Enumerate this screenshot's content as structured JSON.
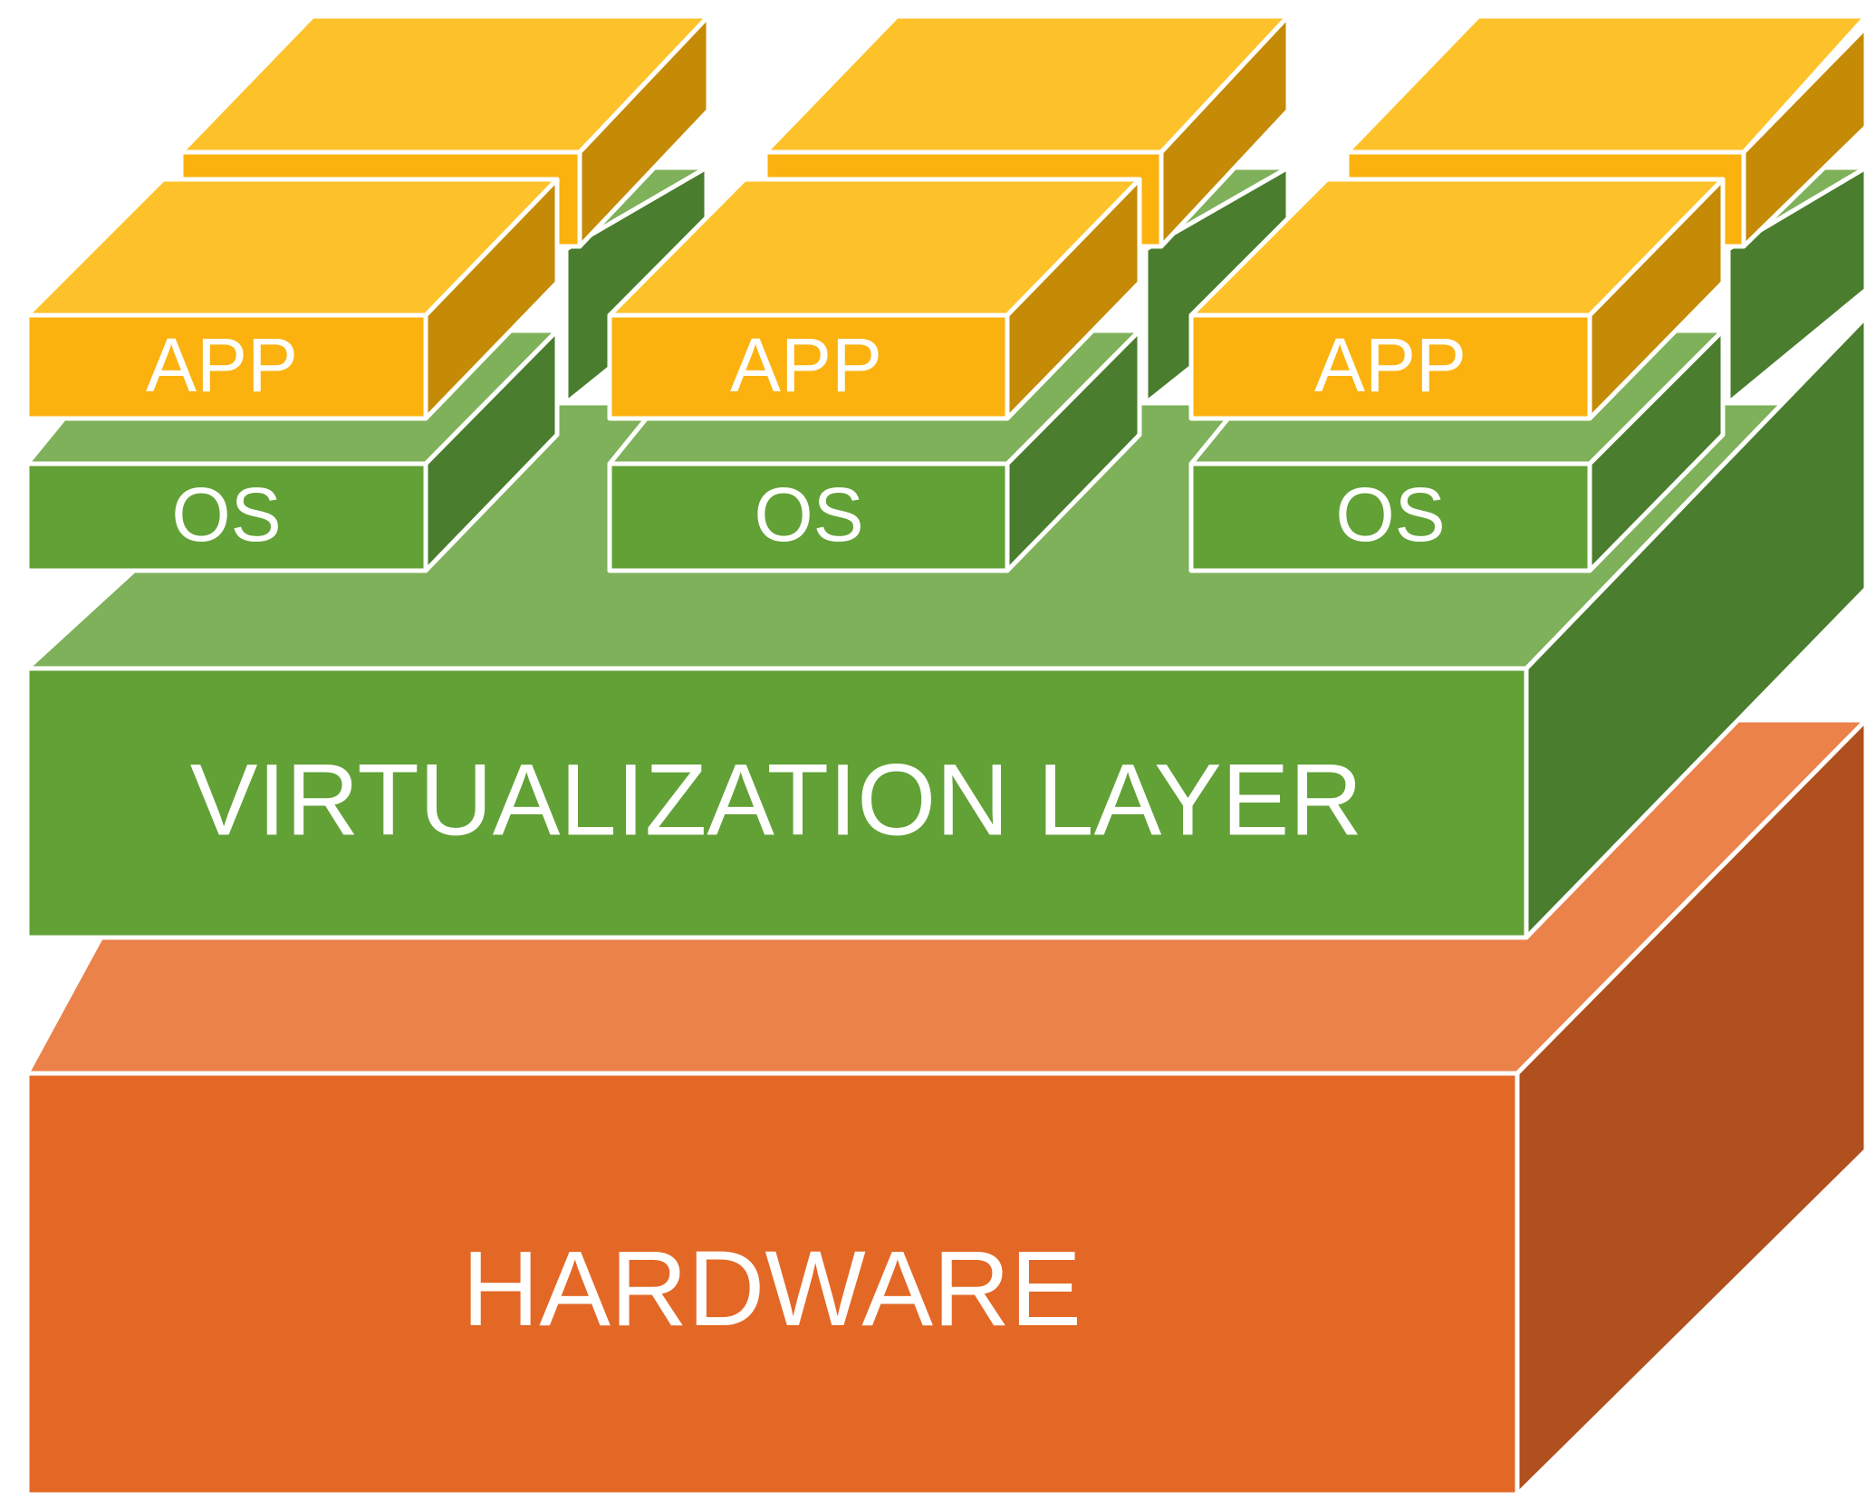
{
  "labels": {
    "app": "APP",
    "os": "OS",
    "virtualization": "VIRTUALIZATION LAYER",
    "hardware": "HARDWARE"
  },
  "colors": {
    "app_front": "#fbb20e",
    "app_top": "#fdc22a",
    "app_side": "#c58a06",
    "os_front": "#62a136",
    "os_top": "#7fb05a",
    "os_side": "#4a7d2d",
    "hardware_front": "#e36826",
    "hardware_top": "#ea824a",
    "hardware_side": "#b0501e",
    "outline": "#ffffff"
  },
  "columns": 3
}
